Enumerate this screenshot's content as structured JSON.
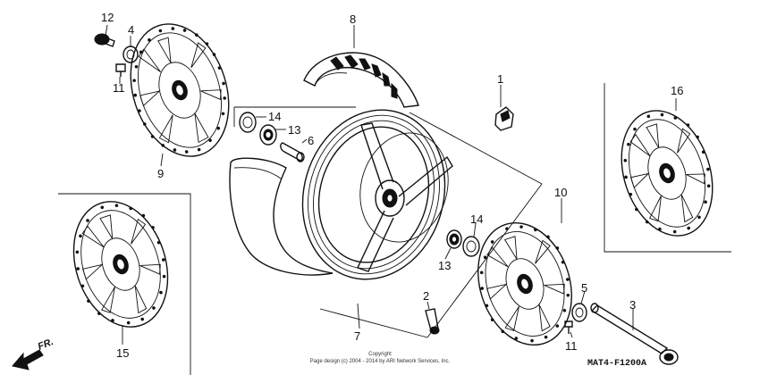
{
  "callouts": {
    "c1": "1",
    "c2": "2",
    "c3": "3",
    "c4": "4",
    "c5": "5",
    "c6": "6",
    "c7": "7",
    "c8": "8",
    "c9": "9",
    "c10": "10",
    "c11a": "11",
    "c11b": "11",
    "c12": "12",
    "c13a": "13",
    "c13b": "13",
    "c14a": "14",
    "c14b": "14",
    "c15": "15",
    "c16": "16"
  },
  "front_label": "FR.",
  "diagram_code": "MAT4-F1200A",
  "copyright": {
    "line1": "Copyright",
    "line2": "Page design (c) 2004 - 2014 by ARI Network Services, Inc."
  }
}
